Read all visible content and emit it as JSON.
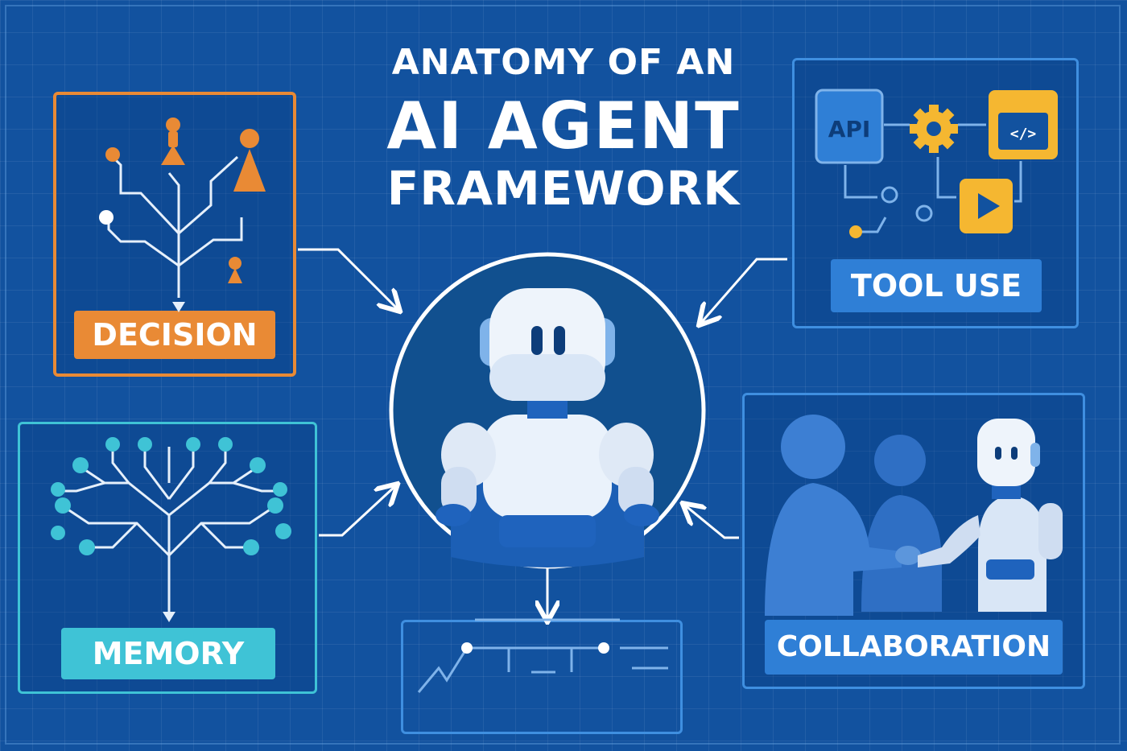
{
  "title": {
    "line1": "ANATOMY OF AN",
    "line2": "AI AGENT",
    "line3": "FRAMEWORK"
  },
  "panels": {
    "decision": {
      "label": "DECISION"
    },
    "tool_use": {
      "label": "TOOL USE",
      "api_label": "API",
      "code_label": "</>"
    },
    "memory": {
      "label": "MEMORY"
    },
    "collaboration": {
      "label": "COLLABORATION"
    }
  },
  "colors": {
    "background": "#12529f",
    "decision": "#e98a35",
    "tool_use": "#3f8fe0",
    "memory": "#3fc3d6",
    "collaboration": "#3f8fe0",
    "accent_yellow": "#f5b731"
  },
  "icons": [
    "decision-tree-icon",
    "chess-pawn-icon",
    "api-icon",
    "gear-icon",
    "code-window-icon",
    "play-icon",
    "memory-tree-icon",
    "robot-icon",
    "people-handshake-icon",
    "flow-chart-icon"
  ]
}
